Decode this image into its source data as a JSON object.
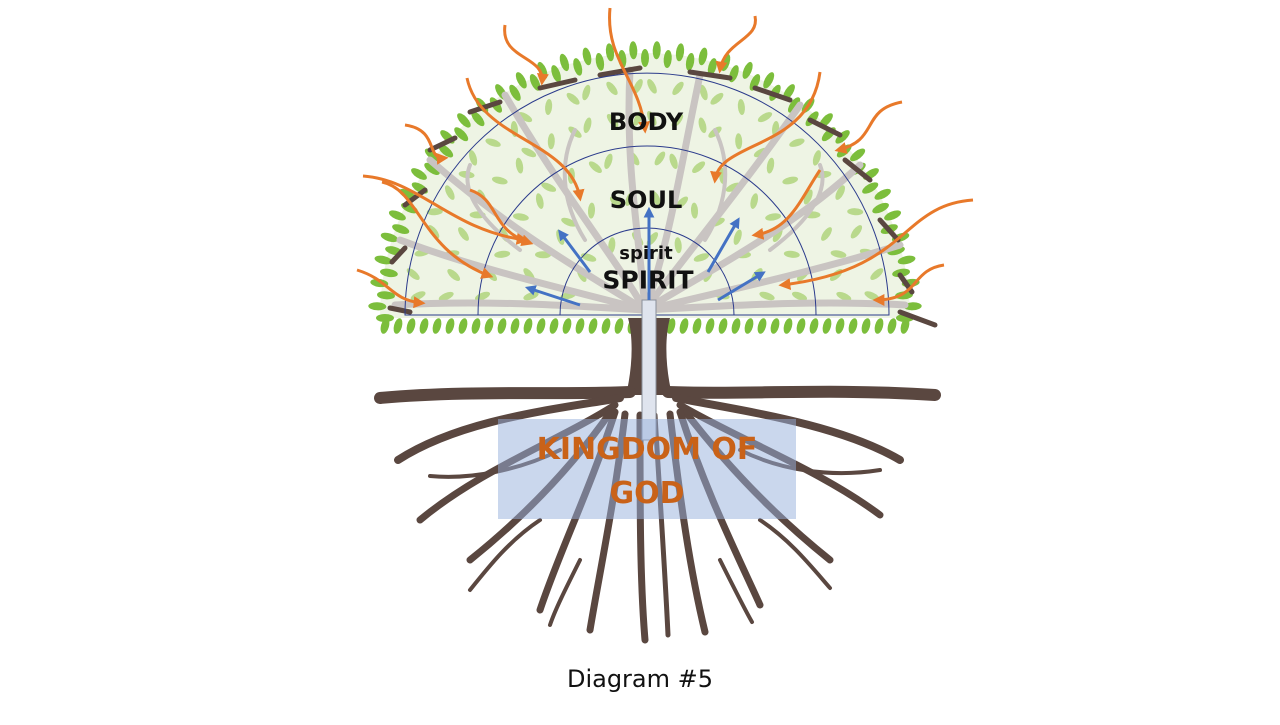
{
  "labels": {
    "outer": "BODY",
    "middle": "SOUL",
    "inner_small": "spirit",
    "inner": "SPIRIT",
    "foundation": "KINGDOM OF GOD"
  },
  "caption": "Diagram #5",
  "colors": {
    "trunk": "#5a4740",
    "branch": "#c9c4c2",
    "leaf_light": "#b9d98c",
    "leaf_dark": "#7cbe3c",
    "ring_line": "#2b3b8c",
    "outer_arrow": "#e8792a",
    "inner_arrow": "#4472c4",
    "foundation_box": "#aabfe2",
    "foundation_text": "#c96218"
  }
}
